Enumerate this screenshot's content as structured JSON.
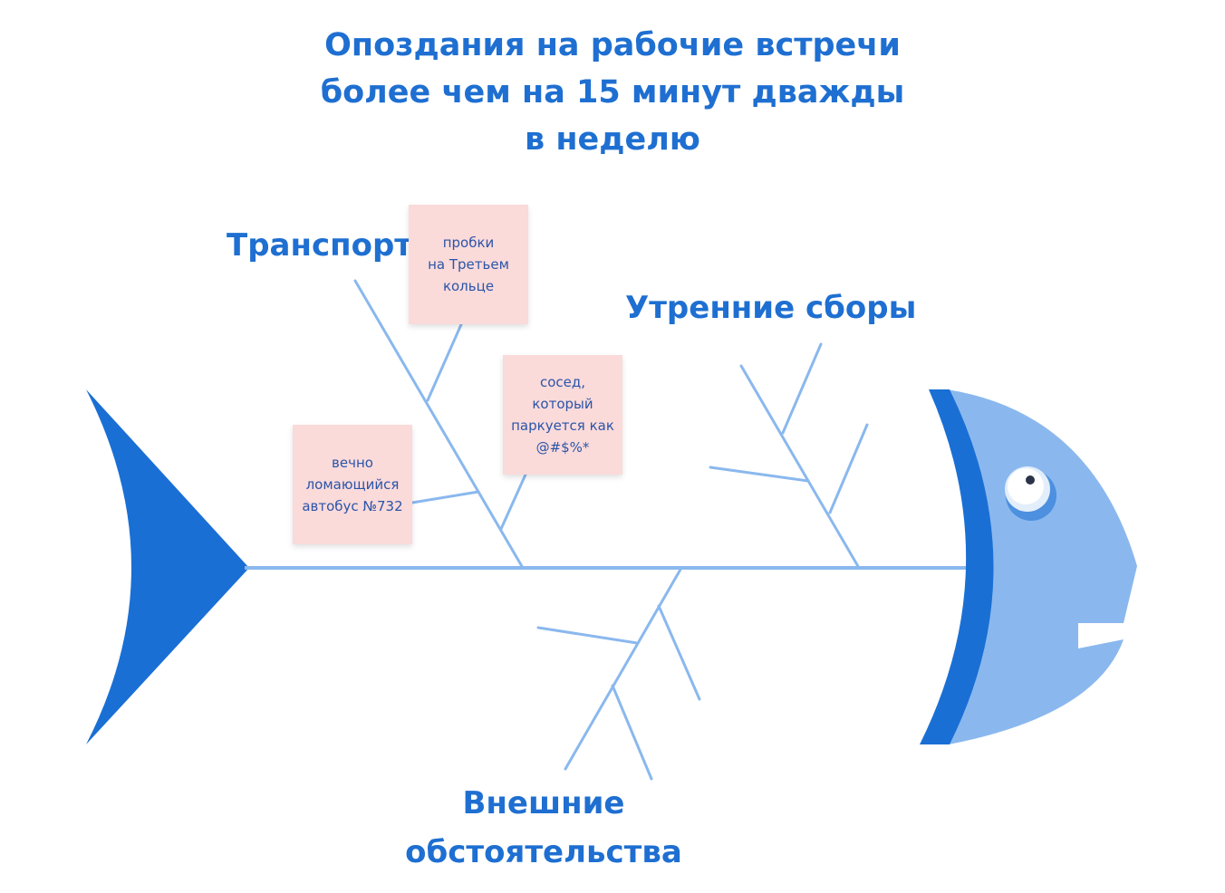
{
  "title": {
    "line1": "Опоздания на рабочие встречи",
    "line2": "более чем на 15 минут дважды",
    "line3": "в неделю"
  },
  "categories": {
    "transport": "Транспорт",
    "morning": "Утренние сборы",
    "external_line1": "Внешние",
    "external_line2": "обстоятельства"
  },
  "notes": {
    "jams": [
      "пробки",
      "на Третьем",
      "кольце"
    ],
    "neighbor": [
      "сосед,",
      "который",
      "паркуется как",
      "@#$%*"
    ],
    "bus": [
      "вечно",
      "ломающийся",
      "автобус №732"
    ]
  },
  "colors": {
    "accent": "#1e6fd1",
    "bone": "#8ab8ee",
    "head_light": "#8ab8ee",
    "note_bg": "#fbdada"
  }
}
